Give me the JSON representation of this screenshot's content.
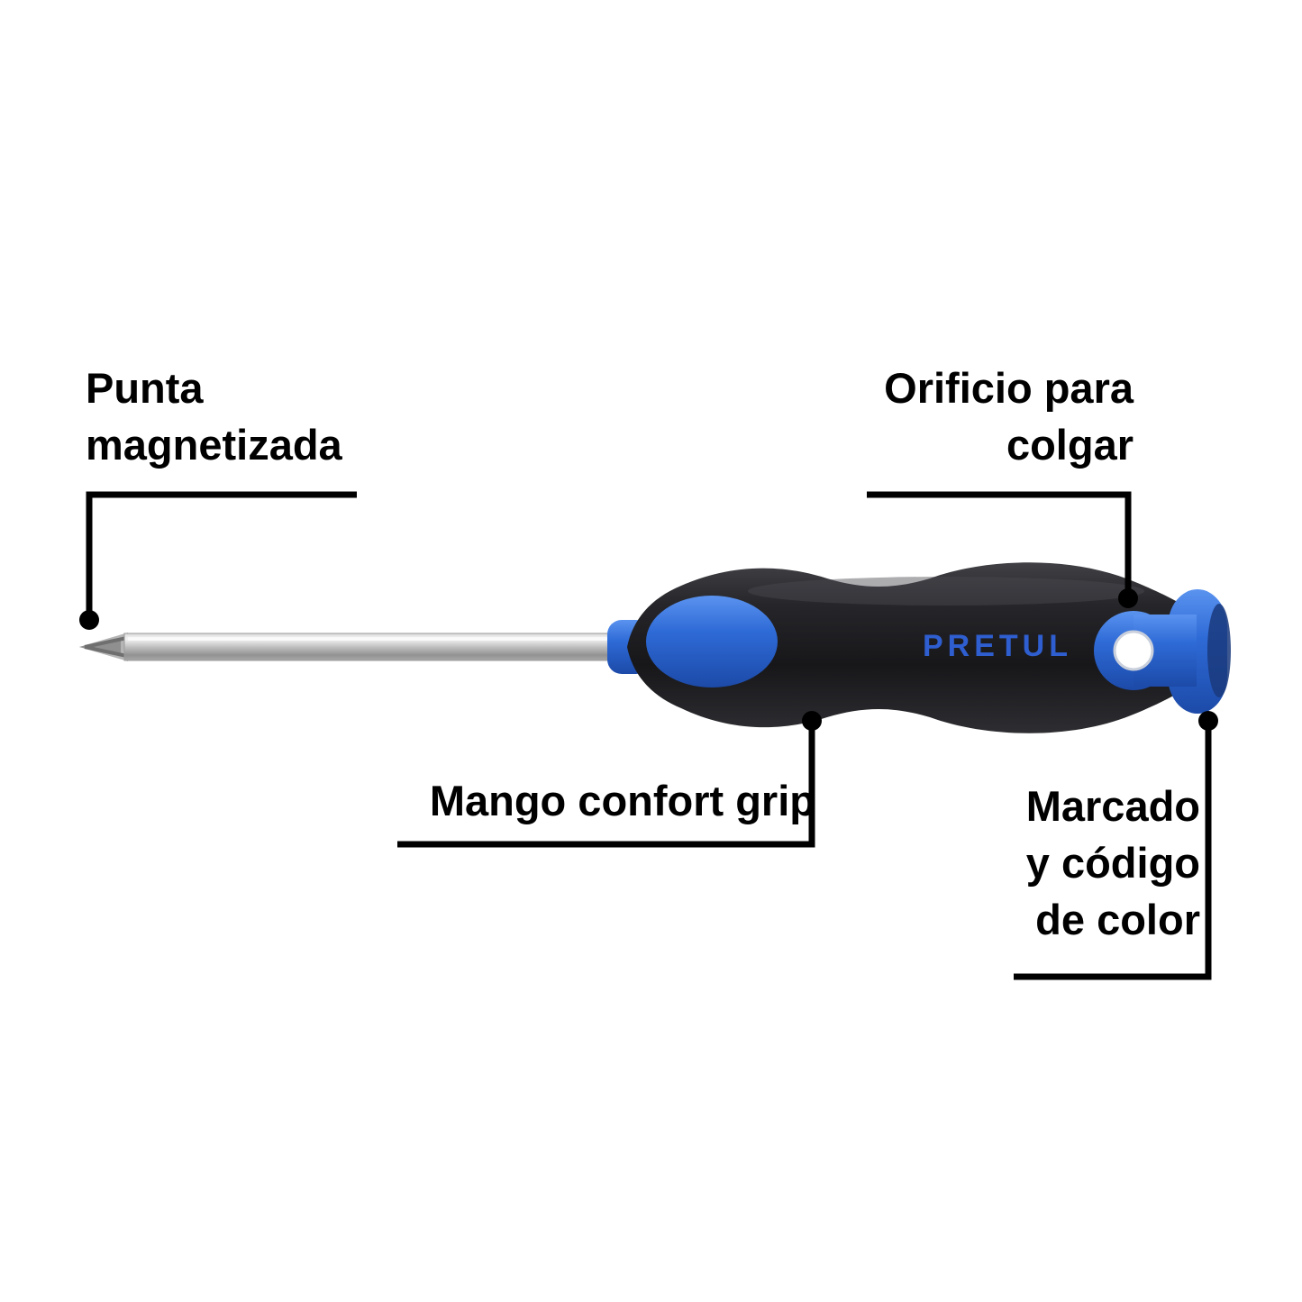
{
  "product": {
    "brand_logo": "PRETUL",
    "brand_color": "#2e5ecf"
  },
  "callouts": {
    "punta": {
      "text": [
        "Punta",
        "magnetizada"
      ]
    },
    "orificio": {
      "text": [
        "Orificio para",
        "colgar"
      ]
    },
    "mango": {
      "text": [
        "Mango confort grip"
      ]
    },
    "marcado": {
      "text": [
        "Marcado",
        "y código",
        "de color"
      ]
    }
  },
  "colors": {
    "background": "#ffffff",
    "callout_line": "#000000",
    "handle_black": "#1c1c1f",
    "accent_blue": "#2e6ad6",
    "cap_shadow_blue": "#1a3a7d",
    "shaft_silver": "#c0c0c0",
    "hole_white": "#ffffff"
  }
}
